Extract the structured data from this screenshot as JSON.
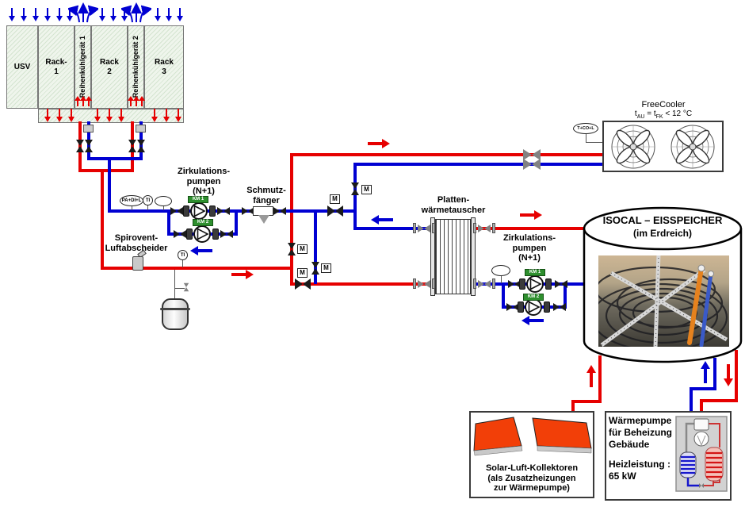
{
  "racks": {
    "usv": "USV",
    "rack1": "Rack-\n1",
    "rack2": "Rack\n2",
    "rack3": "Rack\n3",
    "cooling_unit1": "Reihenkühlgerät 1",
    "cooling_unit2": "Reihenkühlgerät 2"
  },
  "pumps_left": {
    "label": "Zirkulations-\npumpen\n(N+1)",
    "tag1": "KM 1",
    "tag2": "KM 2"
  },
  "pumps_right": {
    "label": "Zirkulations-\npumpen\n(N+1)",
    "tag1": "KM 1",
    "tag2": "KM 2"
  },
  "strainer_label": "Schmutz-\nfänger",
  "spirovent_label": "Spirovent-\nLuftabscheider",
  "hx_label": "Platten-\nwärmetauscher",
  "freecooler": {
    "title": "FreeCooler",
    "t1": "t",
    "t1sub": "AU",
    "t2": " = t",
    "t2sub": "FK",
    "t3": " < 12 °C"
  },
  "ice_storage": {
    "title": "ISOCAL – EISSPEICHER",
    "subtitle": "(im Erdreich)"
  },
  "solar_label": "Solar-Luft-Kollektoren\n(als Zusatzheizungen\nzur Wärmepumpe)",
  "heat_pump": {
    "label": "Wärmepumpe\nfür Beheizung\nGebäude",
    "power": "Heizleistung :\n65 kW"
  },
  "instruments": {
    "gauge_group": "PA+DI+L",
    "ti": "TI",
    "freecooler_sensor": "T+CO+L"
  },
  "valve_motor": "M",
  "colors": {
    "pipe_red": "#e60000",
    "pipe_blue": "#0000d2",
    "collector_orange": "#f23f08",
    "pump_tag_green": "#2e8f2e"
  }
}
